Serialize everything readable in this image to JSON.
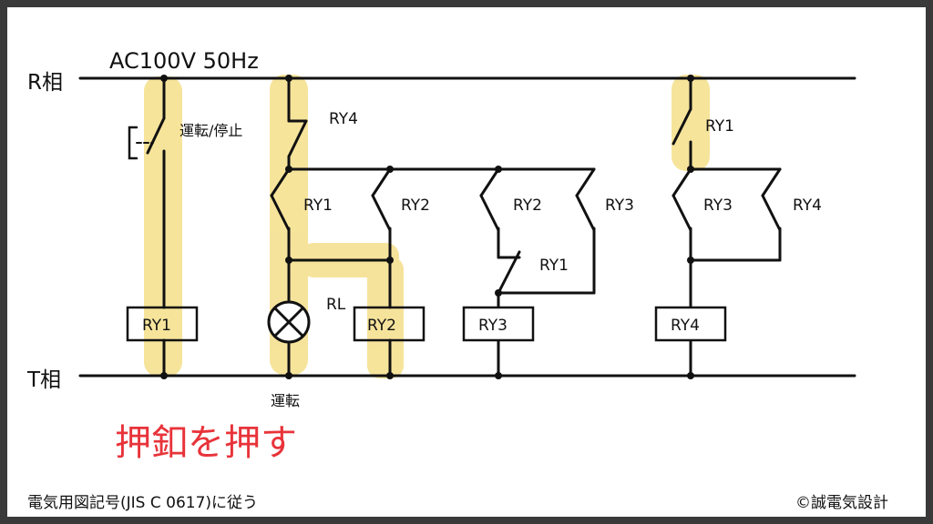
{
  "title": "AC100V 50Hz",
  "rails": {
    "r_phase": "R相",
    "t_phase": "T相"
  },
  "switches": {
    "run_stop": "運転/停止",
    "ry4_top": "RY4",
    "ry1_a": "RY1",
    "ry2_a": "RY2",
    "ry2_b": "RY2",
    "ry1_b": "RY1",
    "ry3_a": "RY3",
    "ry1_c": "RY1",
    "ry3_b": "RY3",
    "ry4_b": "RY4"
  },
  "lamp": {
    "label": "RL",
    "caption": "運転"
  },
  "coils": {
    "ry1": "RY1",
    "ry2": "RY2",
    "ry3": "RY3",
    "ry4": "RY4"
  },
  "annotation": "押釦を押す",
  "footer": {
    "left": "電気用図記号(JIS C 0617)に従う",
    "right": "©誠電気設計"
  },
  "colors": {
    "highlight": "#f5df8a",
    "wire": "#111111",
    "annotation": "#e8333a",
    "border": "#3a3a3a"
  }
}
